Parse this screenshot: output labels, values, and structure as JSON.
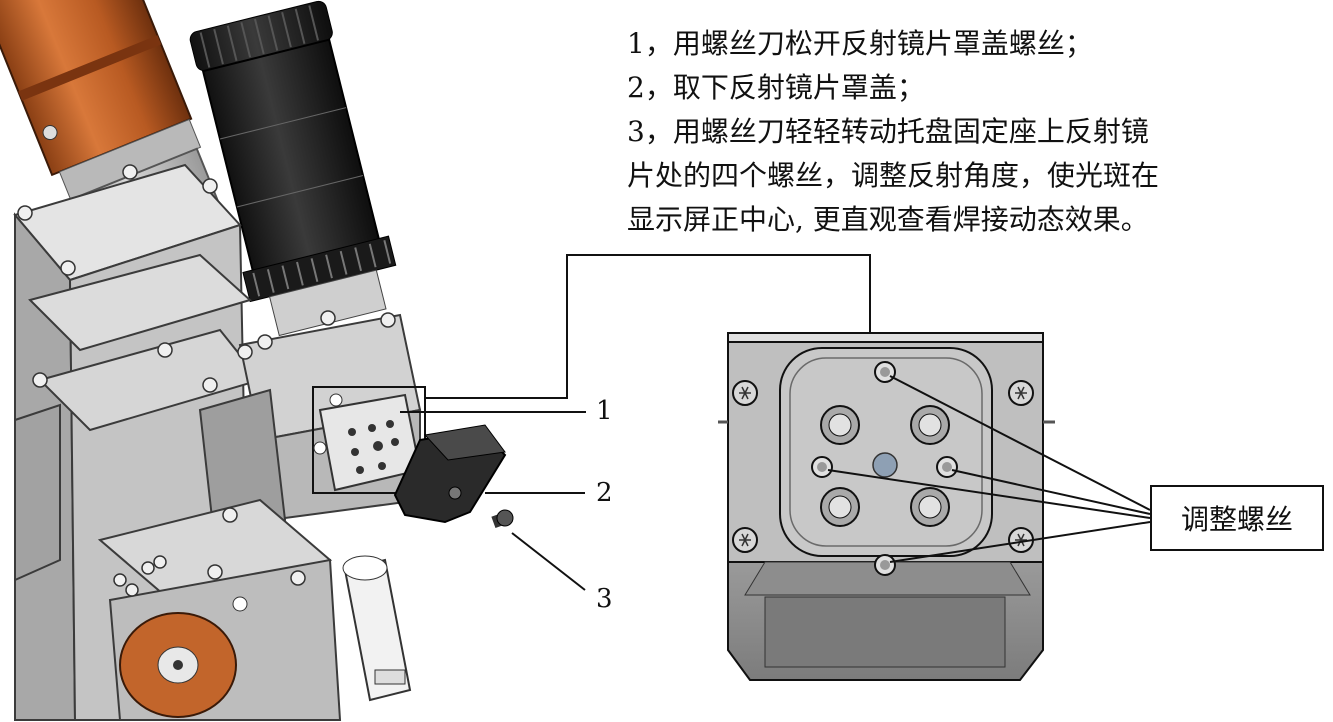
{
  "instructions": {
    "line1": "1，用螺丝刀松开反射镜片罩盖螺丝；",
    "line2": "2，取下反射镜片罩盖；",
    "line3": "3，用螺丝刀轻轻转动托盘固定座上反射镜",
    "line4": "片处的四个螺丝，调整反射角度，使光斑在",
    "line5": "显示屏正中心, 更直观查看焊接动态效果。"
  },
  "callouts": {
    "c1": "1",
    "c2": "2",
    "c3": "3"
  },
  "detail_label": "调整螺丝",
  "colors": {
    "copper": "#c8662a",
    "body_gray": "#c9c9c9",
    "dark_cover": "#2b2b2b",
    "line": "#111111"
  }
}
